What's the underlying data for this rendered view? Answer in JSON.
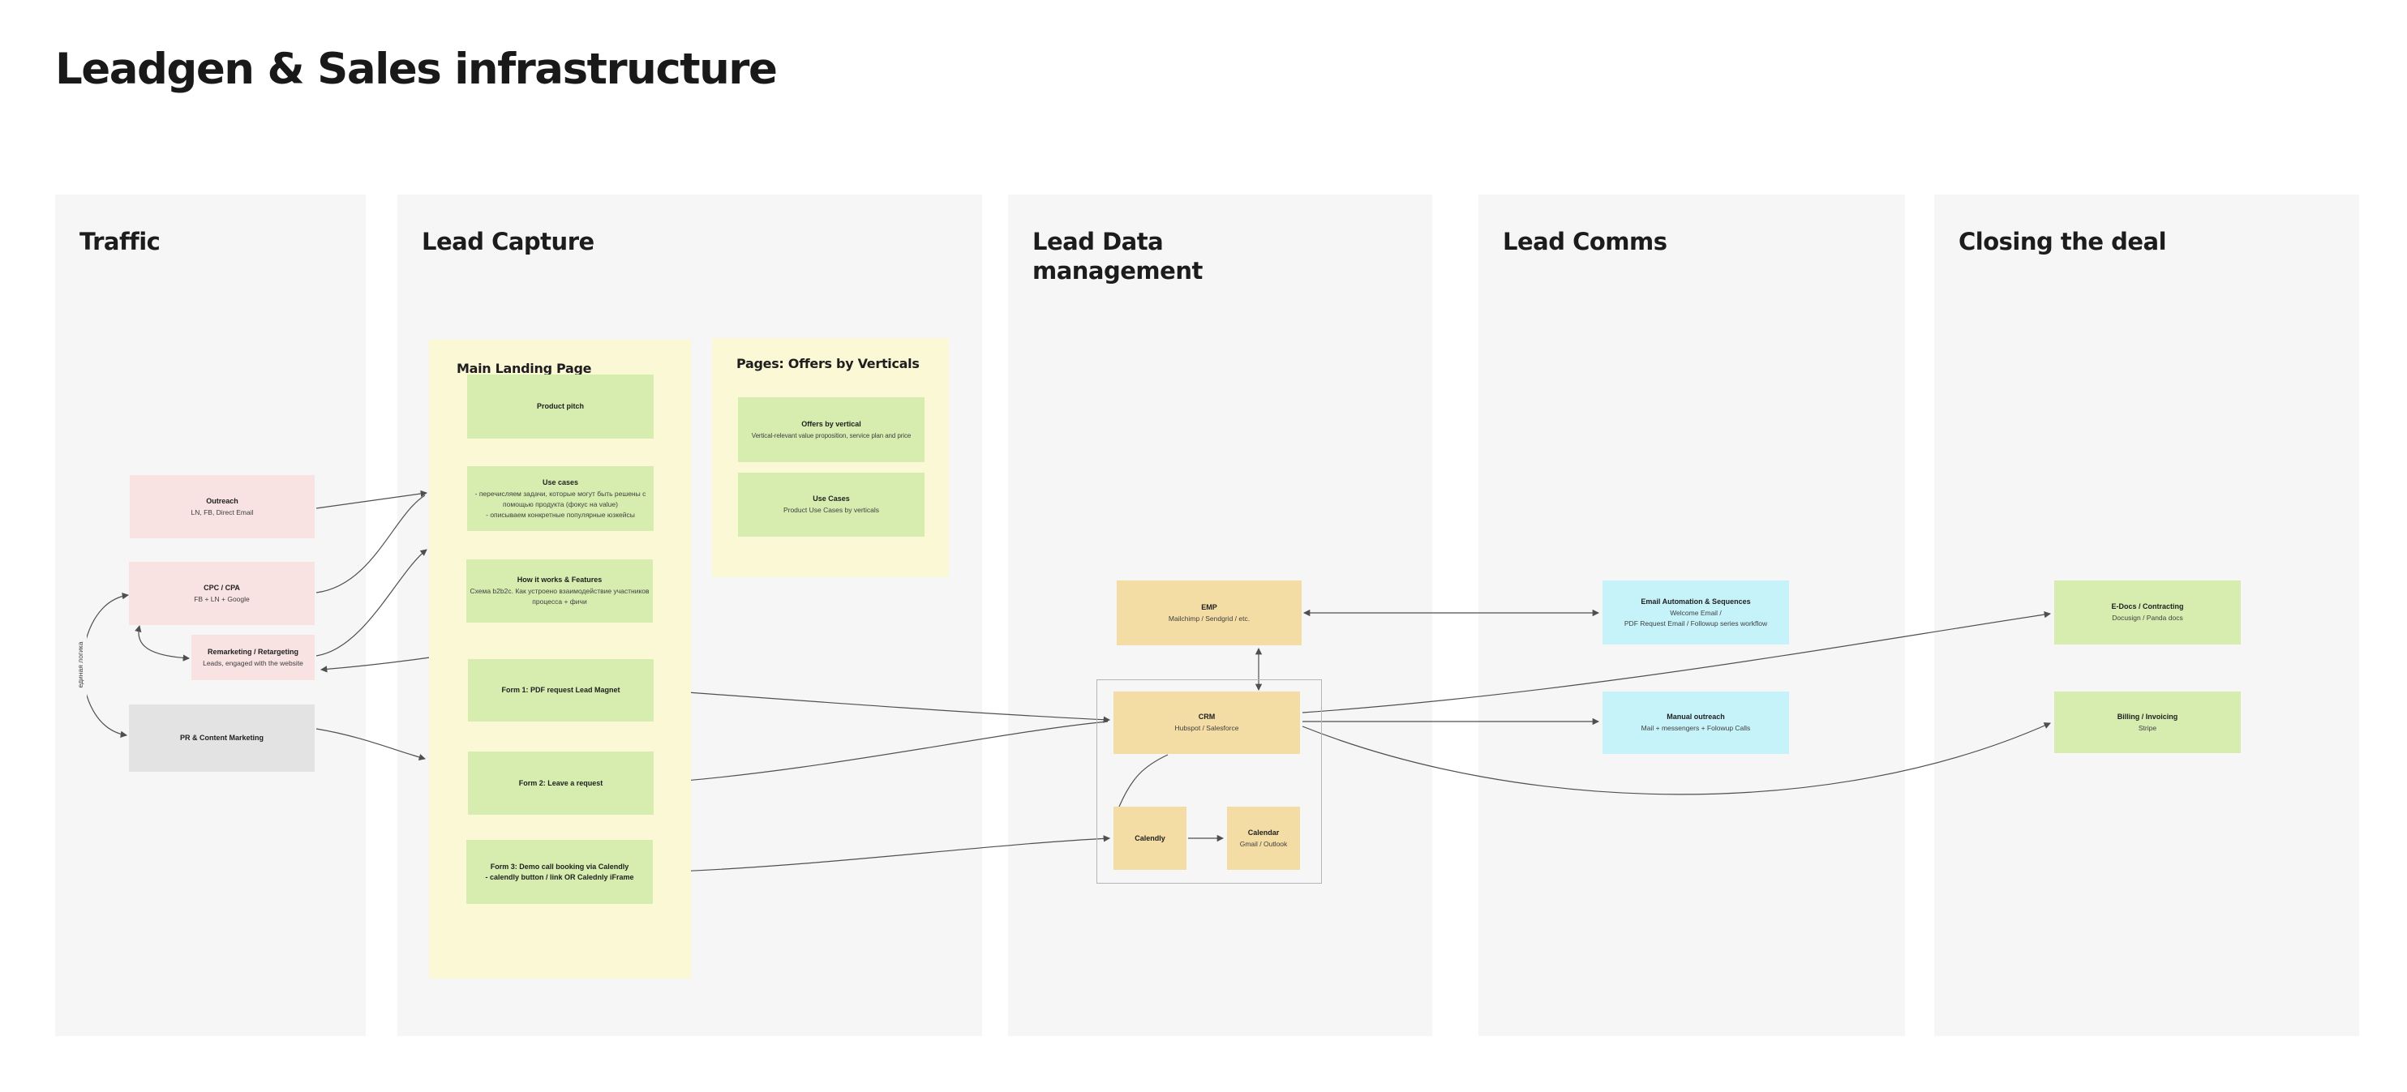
{
  "page": {
    "title": "Leadgen & Sales infrastructure"
  },
  "colors": {
    "column_bg": "#f6f6f6",
    "panel_yellow": "#fbf8d6",
    "box_green": "#d7edb0",
    "box_pink": "#f9e2e2",
    "box_gray": "#e3e3e3",
    "box_tan": "#f4dda5",
    "box_cyan": "#c6f3fa",
    "connector": "#4f4f4f"
  },
  "columns": [
    {
      "title": "Traffic"
    },
    {
      "title": "Lead Capture"
    },
    {
      "title": "Lead Data\nmanagement"
    },
    {
      "title": "Lead Comms"
    },
    {
      "title": "Closing the deal"
    }
  ],
  "traffic": {
    "outreach": {
      "title": "Outreach",
      "subtitle": "LN, FB, Direct Email"
    },
    "cpc_cpa": {
      "title": "CPC / CPA",
      "subtitle": "FB + LN + Google"
    },
    "remarketing": {
      "title": "Remarketing / Retargeting",
      "subtitle": "Leads, engaged with the website"
    },
    "pr_content": {
      "title": "PR & Content Marketing"
    },
    "loop_label": "единая логика"
  },
  "lead_capture": {
    "main_landing": {
      "title": "Main Landing Page",
      "product_pitch": {
        "title": "Product pitch"
      },
      "use_cases": {
        "title": "Use cases",
        "subtitle": "- перечисляем задачи, которые могут быть решены с помощью продукта (фокус на value)\n- описываем конкретные популярные юзкейсы"
      },
      "how_it_works": {
        "title": "How it works & Features",
        "subtitle": "Схема b2b2c. Как устроено взаимодействие участников процесса + фичи"
      },
      "form1": {
        "title": "Form 1: PDF request Lead Magnet"
      },
      "form2": {
        "title": "Form 2: Leave a request"
      },
      "form3": {
        "title": "Form 3: Demo call booking via Calendly\n- calendly button / link OR Calednly iFrame"
      }
    },
    "verticals": {
      "title": "Pages: Offers by Verticals",
      "offers": {
        "title": "Offers by vertical",
        "subtitle": "Vertical-relevant value proposition, service plan and price"
      },
      "use_cases": {
        "title": "Use Cases",
        "subtitle": "Product Use Cases by verticals"
      }
    }
  },
  "lead_data": {
    "emp": {
      "title": "EMP",
      "subtitle": "Mailchimp / Sendgrid / etc."
    },
    "crm": {
      "title": "CRM",
      "subtitle": "Hubspot / Salesforce"
    },
    "calendly": {
      "title": "Calendly"
    },
    "calendar": {
      "title": "Calendar",
      "subtitle": "Gmail / Outlook"
    }
  },
  "lead_comms": {
    "email_automation": {
      "title": "Email Automation & Sequences",
      "subtitle": "Welcome Email /\nPDF Request Email / Followup series workflow"
    },
    "manual_outreach": {
      "title": "Manual outreach",
      "subtitle": "Mail + messengers + Folowup Calls"
    }
  },
  "closing": {
    "edocs": {
      "title": "E-Docs / Contracting",
      "subtitle": "Docusign / Panda docs"
    },
    "billing": {
      "title": "Billing / Invoicing",
      "subtitle": "Stripe"
    }
  }
}
